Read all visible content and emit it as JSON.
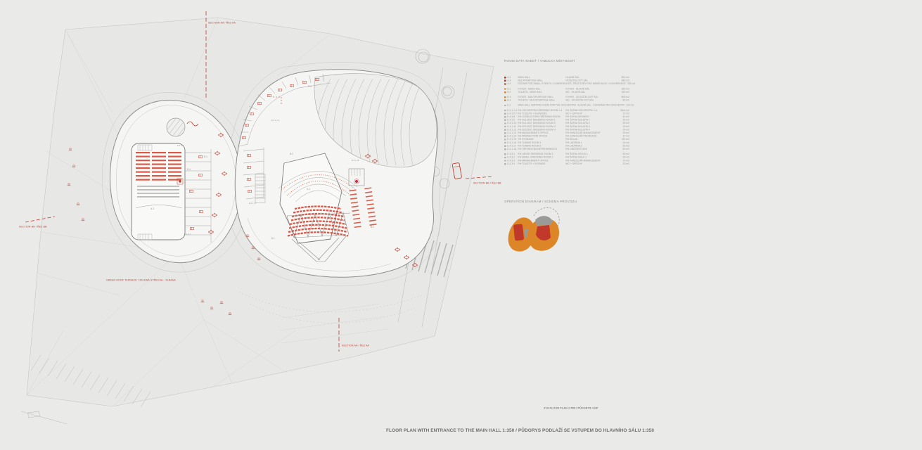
{
  "page": {
    "sheet_title": "FLOOR PLAN WITH ENTRANCE TO THE MAIN HALL 1:350 / PŮDORYS PODLAŽÍ SE VSTUPEM DO HLAVNÍHO SÁLU 1:350",
    "subplan_label": "4TH FLOOR PLAN 1:500 / PŮDORYS 4.NP"
  },
  "sections": {
    "aa": "SECTION AA / ŘEZ AA",
    "bb": "SECTION BB / ŘEZ BB"
  },
  "plan_labels": {
    "green_roof": "GREEN ROOF TERRACE / ZELENÁ STŘECHA - TERASA",
    "a1": "A.1",
    "a3": "A.3",
    "b1": "B.1",
    "b2": "B.2",
    "b3": "B.3",
    "b4": "B.4",
    "e414": "E.4.1.1-4",
    "e4117": "E.4.1.17",
    "e4118": "E.4.1.18",
    "e431": "E.4.3.1",
    "e434": "E.4.3.4"
  },
  "room_table": {
    "heading": "ROOM DATA SHEET / TABULKA MÍSTNOSTÍ",
    "groups": [
      {
        "rows": [
          {
            "c": "red",
            "code": "A.1",
            "en": "MAIN HALL",
            "cz": "HLAVNÍ SÁL",
            "area": "800 m2"
          },
          {
            "c": "red",
            "code": "A.3",
            "en": "MULTIPURPOSE HALL",
            "cz": "VÍCEÚČELOVÝ SÁL",
            "area": "650 m2"
          },
          {
            "c": "red",
            "code": "A.4",
            "en": "ROOMS FOR SMALL EVENTS / CONFERENCES",
            "cz": "PROSTORY PRO MENŠÍ AKCE / KONFERENCE",
            "area": "250 m2"
          }
        ]
      },
      {
        "rows": [
          {
            "c": "orange",
            "code": "B.1",
            "en": "FOYER - MAIN HALL",
            "cz": "FOYER - HLAVNÍ SÁL",
            "area": "330 m2"
          },
          {
            "c": "orange",
            "code": "B.2",
            "en": "TOILETS - MAIN HALL",
            "cz": "WC - HLAVNÍ SÁL",
            "area": "180 m2"
          }
        ]
      },
      {
        "rows": [
          {
            "c": "orange",
            "code": "B.3",
            "en": "FOYER - MULTIPURPOSE HALL",
            "cz": "FOYER - VÍCEÚČELOVÝ SÁL",
            "area": "800 m2"
          },
          {
            "c": "orange",
            "code": "B.4",
            "en": "TOILETS - MULTIPURPOSE HALL",
            "cz": "WC - VÍCEÚČELOVÝ SÁL",
            "area": "50 m2"
          }
        ]
      },
      {
        "rows": [
          {
            "c": "gray",
            "code": "E.1",
            "en": "MAIN HALL WAITING ROOM FOR THE ORCHESTRA",
            "cz": "HLAVNÍ SÁL - ČEKÁRNA PRO ORCHESTR",
            "area": "100 m2"
          }
        ]
      },
      {
        "rows": [
          {
            "c": "gray",
            "code": "E.4.1.1-4",
            "en": "RH ORCHESTRA DRESSING ROOM 1-4",
            "cz": "RH ŠATNA ORCHESTRU 1-4",
            "area": "55x4 m2"
          },
          {
            "c": "gray",
            "code": "E.4.1.5-7",
            "en": "RH TOILETS + SHOWERS",
            "cz": "WC + SPRCHY",
            "area": "72 m2"
          },
          {
            "c": "gray",
            "code": "E.4.1.8",
            "en": "RH CONDUCTORS DRESSING ROOM",
            "cz": "RH ŠATNA DIRIGENT",
            "area": "40 m2"
          },
          {
            "c": "gray",
            "code": "E.4.1.9",
            "en": "RH SOLOIST DRESSING ROOM 1",
            "cz": "RH ŠATNA SOLISTA 1",
            "area": "30 m2"
          },
          {
            "c": "gray",
            "code": "E.4.1.10",
            "en": "RH SOLOIST DRESSING ROOM 2",
            "cz": "RH ŠATNA SOLISTA 2",
            "area": "30 m2"
          },
          {
            "c": "gray",
            "code": "E.4.1.11",
            "en": "RH SOLOIST DRESSING ROOM 3",
            "cz": "RH ŠATNA SOLISTA 3",
            "area": "15 m2"
          },
          {
            "c": "gray",
            "code": "E.4.1.12",
            "en": "RH SOLOIST DRESSING ROOM 4",
            "cz": "RH ŠATNA SOLISTA 4",
            "area": "24 m2"
          },
          {
            "c": "gray",
            "code": "E.4.1.13",
            "en": "RH MANAGEMENT OFFICE",
            "cz": "RH KANCELÁŘ MANAGEMENT",
            "area": "25 m2"
          },
          {
            "c": "gray",
            "code": "E.4.1.14",
            "en": "RH PRODUCTION OFFICE",
            "cz": "RH KANCELÁŘ PRODUKCE",
            "area": "37 m2"
          },
          {
            "c": "gray",
            "code": "E.4.1.15",
            "en": "RH STORAGE",
            "cz": "RH SKLAD",
            "area": "150 m2"
          },
          {
            "c": "gray",
            "code": "E.4.1.16",
            "en": "RH TUNING ROOM 1",
            "cz": "RH LADÍRNA 1",
            "area": "24 m2"
          },
          {
            "c": "gray",
            "code": "E.4.1.17",
            "en": "RH TUNING ROOM 2",
            "cz": "RH LADÍRNA 2",
            "area": "50 m2"
          },
          {
            "c": "gray",
            "code": "E.4.1.18",
            "en": "RH ORCHESTRA REFRESHMENTS",
            "cz": "RH OBČERSTVENÍ",
            "area": "60 m2"
          }
        ]
      },
      {
        "rows": [
          {
            "c": "gray",
            "code": "E.4.3.1",
            "en": "RH LARGE DRESSING ROOM 1",
            "cz": "RH ŠATNA VELKÁ 1",
            "area": "60 m2"
          },
          {
            "c": "gray",
            "code": "E.4.3.2",
            "en": "RH SMALL DRESSING ROOM 1",
            "cz": "RH ŠATNA MALÁ 1",
            "area": "26 m2"
          },
          {
            "c": "gray",
            "code": "E.4.3.3",
            "en": "RH MANAGEMENT OFFICE",
            "cz": "RH KANCELÁŘ MANAGEMENT",
            "area": "10 m2"
          },
          {
            "c": "gray",
            "code": "E.4.3.4",
            "en": "RH TOILETS + SHOWER",
            "cz": "WC + SPRCHY",
            "area": "20 m2"
          }
        ]
      }
    ]
  },
  "operation_diagram": {
    "heading": "OPERATION DIAGRAM / SCHEMA PROVOZU"
  },
  "colors": {
    "accent_red": "#c23b2e",
    "seat_red": "#d64533",
    "accent_orange": "#dd8627",
    "swatch_red": "#b23327",
    "swatch_orange": "#dd8627",
    "swatch_gray": "#b3b3b1",
    "line_gray": "#9a9a98"
  }
}
